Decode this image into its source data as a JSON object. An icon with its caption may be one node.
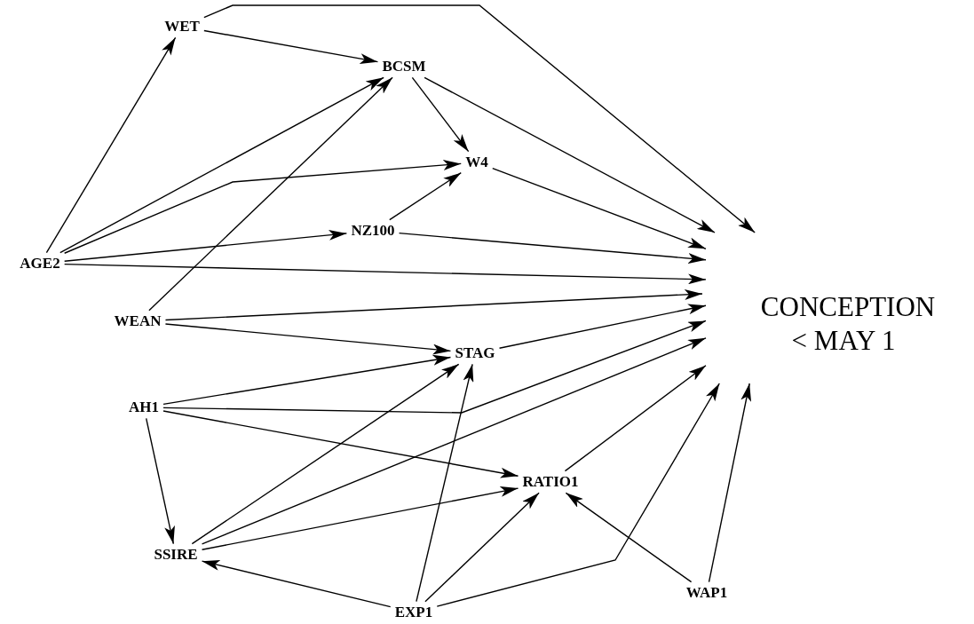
{
  "diagram": {
    "nodes": [
      {
        "text": [
          "WET"
        ]
      },
      {
        "text": [
          "BCSM"
        ]
      },
      {
        "text": [
          "W4"
        ]
      },
      {
        "text": [
          "NZ100"
        ]
      },
      {
        "text": [
          "AGE2"
        ]
      },
      {
        "text": [
          "WEAN"
        ]
      },
      {
        "text": [
          "STAG"
        ]
      },
      {
        "text": [
          "AH1"
        ]
      },
      {
        "text": [
          "RATIO1"
        ]
      },
      {
        "text": [
          "SSIRE"
        ]
      },
      {
        "text": [
          "EXP1"
        ]
      },
      {
        "text": [
          "WAP1"
        ]
      },
      {
        "text": [
          "CONCEPTION",
          "< MAY 1"
        ]
      }
    ],
    "edges": [
      {
        "from": 4,
        "to": 0,
        "arrow": "to"
      },
      {
        "from": 0,
        "to": 1,
        "arrow": "to"
      },
      {
        "from": 0,
        "to": 12,
        "arrow": "to"
      },
      {
        "from": 4,
        "to": 1,
        "arrow": "to"
      },
      {
        "from": 5,
        "to": 1,
        "arrow": "to"
      },
      {
        "from": 1,
        "to": 2,
        "arrow": "to"
      },
      {
        "from": 1,
        "to": 12,
        "arrow": "to"
      },
      {
        "from": 4,
        "to": 2,
        "arrow": "to"
      },
      {
        "from": 3,
        "to": 2,
        "arrow": "to"
      },
      {
        "from": 2,
        "to": 12,
        "arrow": "to"
      },
      {
        "from": 4,
        "to": 3,
        "arrow": "to"
      },
      {
        "from": 3,
        "to": 12,
        "arrow": "to"
      },
      {
        "from": 4,
        "to": 12,
        "arrow": "to"
      },
      {
        "from": 5,
        "to": 12,
        "arrow": "to"
      },
      {
        "from": 5,
        "to": 6,
        "arrow": "to"
      },
      {
        "from": 6,
        "to": 12,
        "arrow": "to"
      },
      {
        "from": 7,
        "to": 6,
        "arrow": "to"
      },
      {
        "from": 7,
        "to": 12,
        "arrow": "to"
      },
      {
        "from": 7,
        "to": 8,
        "arrow": "to"
      },
      {
        "from": 7,
        "to": 9,
        "arrow": "to"
      },
      {
        "from": 9,
        "to": 6,
        "arrow": "to"
      },
      {
        "from": 9,
        "to": 12,
        "arrow": "to"
      },
      {
        "from": 9,
        "to": 8,
        "arrow": "to"
      },
      {
        "from": 10,
        "to": 9,
        "arrow": "to"
      },
      {
        "from": 10,
        "to": 6,
        "arrow": "to"
      },
      {
        "from": 10,
        "to": 8,
        "arrow": "to"
      },
      {
        "from": 10,
        "to": 12,
        "arrow": "to"
      },
      {
        "from": 8,
        "to": 12,
        "arrow": "to"
      },
      {
        "from": 11,
        "to": 8,
        "arrow": "to"
      },
      {
        "from": 11,
        "to": 12,
        "arrow": "to"
      }
    ]
  }
}
